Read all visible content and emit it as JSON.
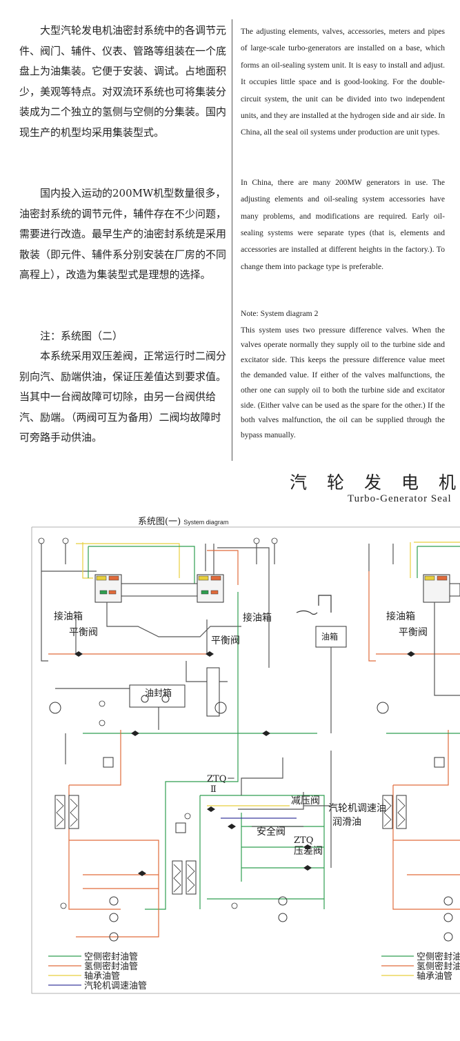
{
  "zh": {
    "p1": "大型汽轮发电机油密封系统中的各调节元件、阀门、辅件、仪表、管路等组装在一个底盘上为油集装。它便于安装、调试。占地面积少，美观等特点。对双流环系统也可将集装分装成为二个独立的氢侧与空侧的分集装。国内现生产的机型均采用集装型式。",
    "p2": "国内投入运动的200MW机型数量很多，油密封系统的调节元件，辅件存在不少问题，需要进行改造。最早生产的油密封系统是采用散装（即元件、辅件系分别安装在厂房的不同高程上），改造为集装型式是理想的选择。",
    "note": "注：系统图（二）",
    "p3": "本系统采用双压差阀，正常运行时二阀分别向汽、励端供油，保证压差值达到要求值。当其中一台阀故障可切除，由另一台阀供给汽、励端。（两阀可互为备用）二阀均故障时可旁路手动供油。"
  },
  "en": {
    "p1": "The adjusting elements, valves, accessories, meters and pipes of large-scale turbo-generators are installed on a base, which forms an oil-sealing system unit. It is easy to install and adjust. It occupies little space and is good-looking. For the double-circuit system, the unit can be divided into two independent units, and they are installed at the hydrogen side and air side. In China, all the seal oil systems under production are unit types.",
    "p2": "In China, there are many 200MW generators in use. The adjusting elements and oil-sealing system accessories have many problems, and modifications are required. Early oil-sealing systems were separate types (that is, elements and accessories are installed at different heights in the factory.). To change them into package type is preferable.",
    "note": "Note: System diagram 2",
    "p3": "This system uses two pressure difference valves. When the valves operate normally they supply oil to the turbine side and excitator side. This keeps the pressure difference value meet the demanded value. If either of the valves malfunctions, the other one can supply oil to both the turbine side and excitator side. (Either valve can be used as the spare for the other.) If the both valves malfunction, the oil can be supplied through the bypass manually."
  },
  "title": {
    "zh": "汽轮发电机",
    "en": "Turbo-Generator Seal"
  },
  "diagram": {
    "caption_zh": "系统图(一)",
    "caption_en": "System diagram",
    "labels": {
      "oil_box_left": "接油箱",
      "oil_box_right": "接油箱",
      "balance_valve_left": "平衡阀",
      "balance_valve_right": "平衡阀",
      "seal_oil_box": "油封箱",
      "oil_tank": "油箱",
      "ztq2_a": "ZTQ－",
      "ztq2_b": "Ⅱ",
      "reducing_valve": "减压阀",
      "turbine_governor_oil": "汽轮机调速油",
      "lube_oil": "润滑油",
      "safety_valve": "安全阀",
      "ztq": "ZTQ",
      "diff_pressure_valve": "压差阀",
      "oil_box_left2": "接油箱",
      "balance_valve_left2": "平衡阀"
    },
    "legend": [
      {
        "label": "空侧密封油管",
        "color": "#2e9e4f"
      },
      {
        "label": "氢侧密封油管",
        "color": "#e06a3a"
      },
      {
        "label": "轴承油管",
        "color": "#e8cf3c"
      },
      {
        "label": "汽轮机调速油管",
        "color": "#3a3a9e"
      }
    ],
    "legend2": [
      {
        "label": "空侧密封油",
        "color": "#2e9e4f"
      },
      {
        "label": "氢侧密封油",
        "color": "#e06a3a"
      },
      {
        "label": "轴承油管",
        "color": "#e8cf3c"
      }
    ]
  }
}
